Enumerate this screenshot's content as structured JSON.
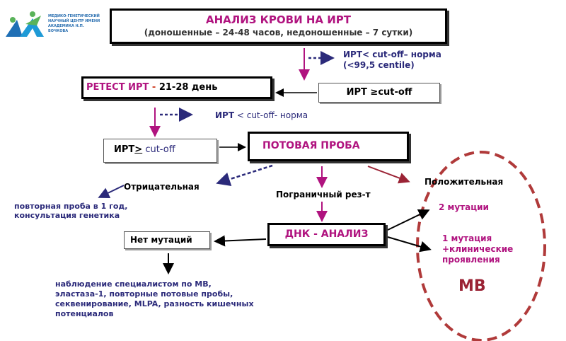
{
  "logo": {
    "text": "МЕДИКО-ГЕНЕТИЧЕСКИЙ НАУЧНЫЙ ЦЕНТР ИМЕНИ АКАДЕМИКА Н.П. БОЧКОВА"
  },
  "title": {
    "line1": "АНАЛИЗ КРОВИ НА ИРТ",
    "line2": "(доношенные – 24-48 часов, недоношенные – 7 сутки)"
  },
  "norm1": {
    "line1": "ИРТ< cut-off– норма",
    "line2": "(<99,5 centile)"
  },
  "irt_ge_1": "ИРТ ≥cut-off",
  "retest": {
    "main": "РЕТЕСТ ИРТ",
    "dash": " - ",
    "days": "21-28 день"
  },
  "norm2": {
    "prefix": "ИРТ",
    "rest": " < cut-off- норма"
  },
  "irt_ge_2": {
    "prefix": "ИРТ",
    "sym": ">",
    "rest": " cut-off"
  },
  "sweat": "ПОТОВАЯ ПРОБА",
  "negative": "Отрицательная",
  "repeat": {
    "line1": "повторная проба в 1 год,",
    "line2": "консультация генетика"
  },
  "borderline": "Пограничный рез-т",
  "positive": "Положительная",
  "dna": "ДНК - АНАЛИЗ",
  "no_mut": "Нет мутаций",
  "followup": [
    "наблюдение специалистом по МВ,",
    "эластаза-1, повторные потовые пробы,",
    "секвенирование, MLPA, разность кишечных",
    "потенциалов"
  ],
  "mut2": "2 мутации",
  "mut1": [
    "1 мутация",
    "+клинические",
    "проявления"
  ],
  "mv": "МВ",
  "colors": {
    "magenta": "#b0137f",
    "navy": "#2b2a7a",
    "darkred": "#9b2335",
    "ellipse": "#b03a3a"
  }
}
